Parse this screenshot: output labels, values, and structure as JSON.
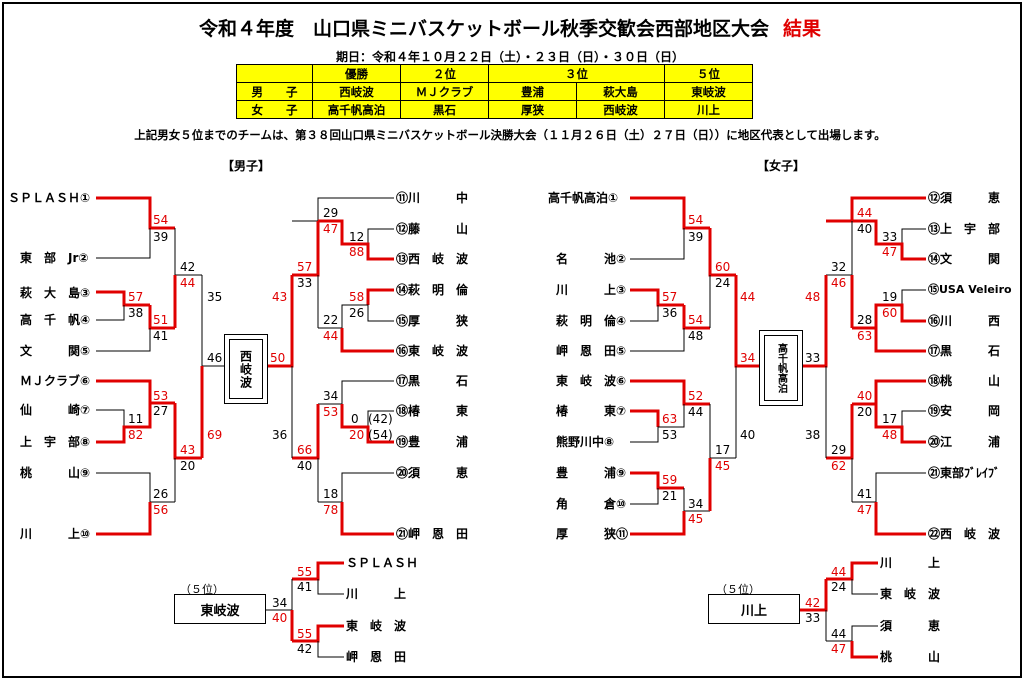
{
  "header": {
    "title": "令和４年度　山口県ミニバスケットボール秋季交歓会西部地区大会",
    "title_result": "結果",
    "dates": "期日：令和４年１０月２２日（土）・２３日（日）・３０日（日）",
    "note": "上記男女５位までのチームは、第３８回山口県ミニバスケットボール決勝大会（１１月２６日（土）２７日（日））に地区代表として出場します。"
  },
  "results_table": {
    "headers": [
      "優勝",
      "２位",
      "３位",
      "５位"
    ],
    "rows": [
      {
        "label": "男　　子",
        "cells": [
          "西岐波",
          "ＭＪクラブ",
          "豊浦",
          "萩大島",
          "東岐波"
        ]
      },
      {
        "label": "女　　子",
        "cells": [
          "高千帆高泊",
          "黒石",
          "厚狭",
          "西岐波",
          "川上"
        ]
      }
    ]
  },
  "colors": {
    "winner_line": "#e00000",
    "loser_line": "#000000",
    "table_bg": "#ffff00",
    "red_text": "#e00000"
  },
  "boys": {
    "label": "【男子】",
    "champion": "西岐波",
    "left_teams": [
      "ＳＰＬＡＳＨ①",
      "東　部　Jr②",
      "萩　大　島③",
      "高　千　帆④",
      "文　　　関⑤",
      "ＭＪクラブ⑥",
      "仙　　　崎⑦",
      "上　宇　部⑧",
      "桃　　　山⑨",
      "川　　　上⑩"
    ],
    "right_teams": [
      "⑪川　　　中",
      "⑫藤　　　山",
      "⑬西　岐　波",
      "⑭萩　明　倫",
      "⑮厚　　　狭",
      "⑯東　岐　波",
      "⑰黒　　　石",
      "⑱椿　　　東",
      "⑲豊　　　浦",
      "⑳須　　　恵",
      "㉑岬　恩　田"
    ],
    "fifth_label": "（５位）",
    "fifth_winner": "東岐波",
    "fifth_teams": [
      "ＳＰＬＡＳＨ",
      "川　　　上",
      "東　岐　波",
      "岬　恩　田"
    ]
  },
  "girls": {
    "label": "【女子】",
    "champion": "高千帆高泊",
    "left_teams": [
      "高千帆高泊①",
      "名　　　池②",
      "川　　　上③",
      "萩　明　倫④",
      "岬　恩　田⑤",
      "東　岐　波⑥",
      "椿　　　東⑦",
      "熊野川中⑧",
      "豊　　　浦⑨",
      "角　　　倉⑩",
      "厚　　　狭⑪"
    ],
    "right_teams": [
      "⑫須　　　恵",
      "⑬上　宇　部",
      "⑭文　　　関",
      "⑮USA Veleiro",
      "⑯川　　　西",
      "⑰黒　　　石",
      "⑱桃　　　山",
      "⑲安　　　岡",
      "⑳江　　　浦",
      "㉑東部ﾌﾞﾚｲﾌﾞ",
      "㉒西　岐　波"
    ],
    "fifth_label": "（５位）",
    "fifth_winner": "川上",
    "fifth_teams": [
      "川　　　上",
      "東　岐　波",
      "須　　　恵",
      "桃　　　山"
    ]
  },
  "scores": {
    "b1": "54",
    "b2": "39",
    "b3": "57",
    "b4": "38",
    "b5": "51",
    "b6": "41",
    "b7": "42",
    "b8": "44",
    "b9": "35",
    "b10": "46",
    "b11": "53",
    "b12": "27",
    "b13": "11",
    "b14": "82",
    "b15": "26",
    "b16": "56",
    "b17": "43",
    "b18": "20",
    "b19": "69",
    "b20": "29",
    "b21": "47",
    "b22": "12",
    "b23": "88",
    "b24": "57",
    "b25": "33",
    "b26": "58",
    "b27": "26",
    "b28": "22",
    "b29": "44",
    "b30": "43",
    "b31": "50",
    "b32": "34",
    "b33": "53",
    "b34": "0",
    "b35": "(42)",
    "b36": "20",
    "b37": "(54)",
    "b38": "36",
    "b39": "66",
    "b40": "40",
    "b41": "18",
    "b42": "78",
    "b43": "55",
    "b44": "41",
    "b45": "34",
    "b46": "40",
    "b47": "55",
    "b48": "42",
    "g1": "54",
    "g2": "39",
    "g3": "57",
    "g4": "36",
    "g5": "54",
    "g6": "48",
    "g7": "60",
    "g8": "24",
    "g9": "44",
    "g10": "52",
    "g11": "44",
    "g12": "63",
    "g13": "53",
    "g14": "17",
    "g15": "45",
    "g16": "59",
    "g17": "21",
    "g18": "34",
    "g19": "45",
    "g20": "40",
    "g21": "34",
    "g22": "44",
    "g23": "40",
    "g24": "33",
    "g25": "47",
    "g26": "32",
    "g27": "46",
    "g28": "48",
    "g29": "19",
    "g30": "60",
    "g31": "28",
    "g32": "63",
    "g33": "33",
    "g34": "40",
    "g35": "20",
    "g36": "17",
    "g37": "48",
    "g38": "38",
    "g39": "29",
    "g40": "62",
    "g41": "41",
    "g42": "47",
    "g43": "44",
    "g44": "24",
    "g45": "42",
    "g46": "33",
    "g47": "44",
    "g48": "47"
  }
}
